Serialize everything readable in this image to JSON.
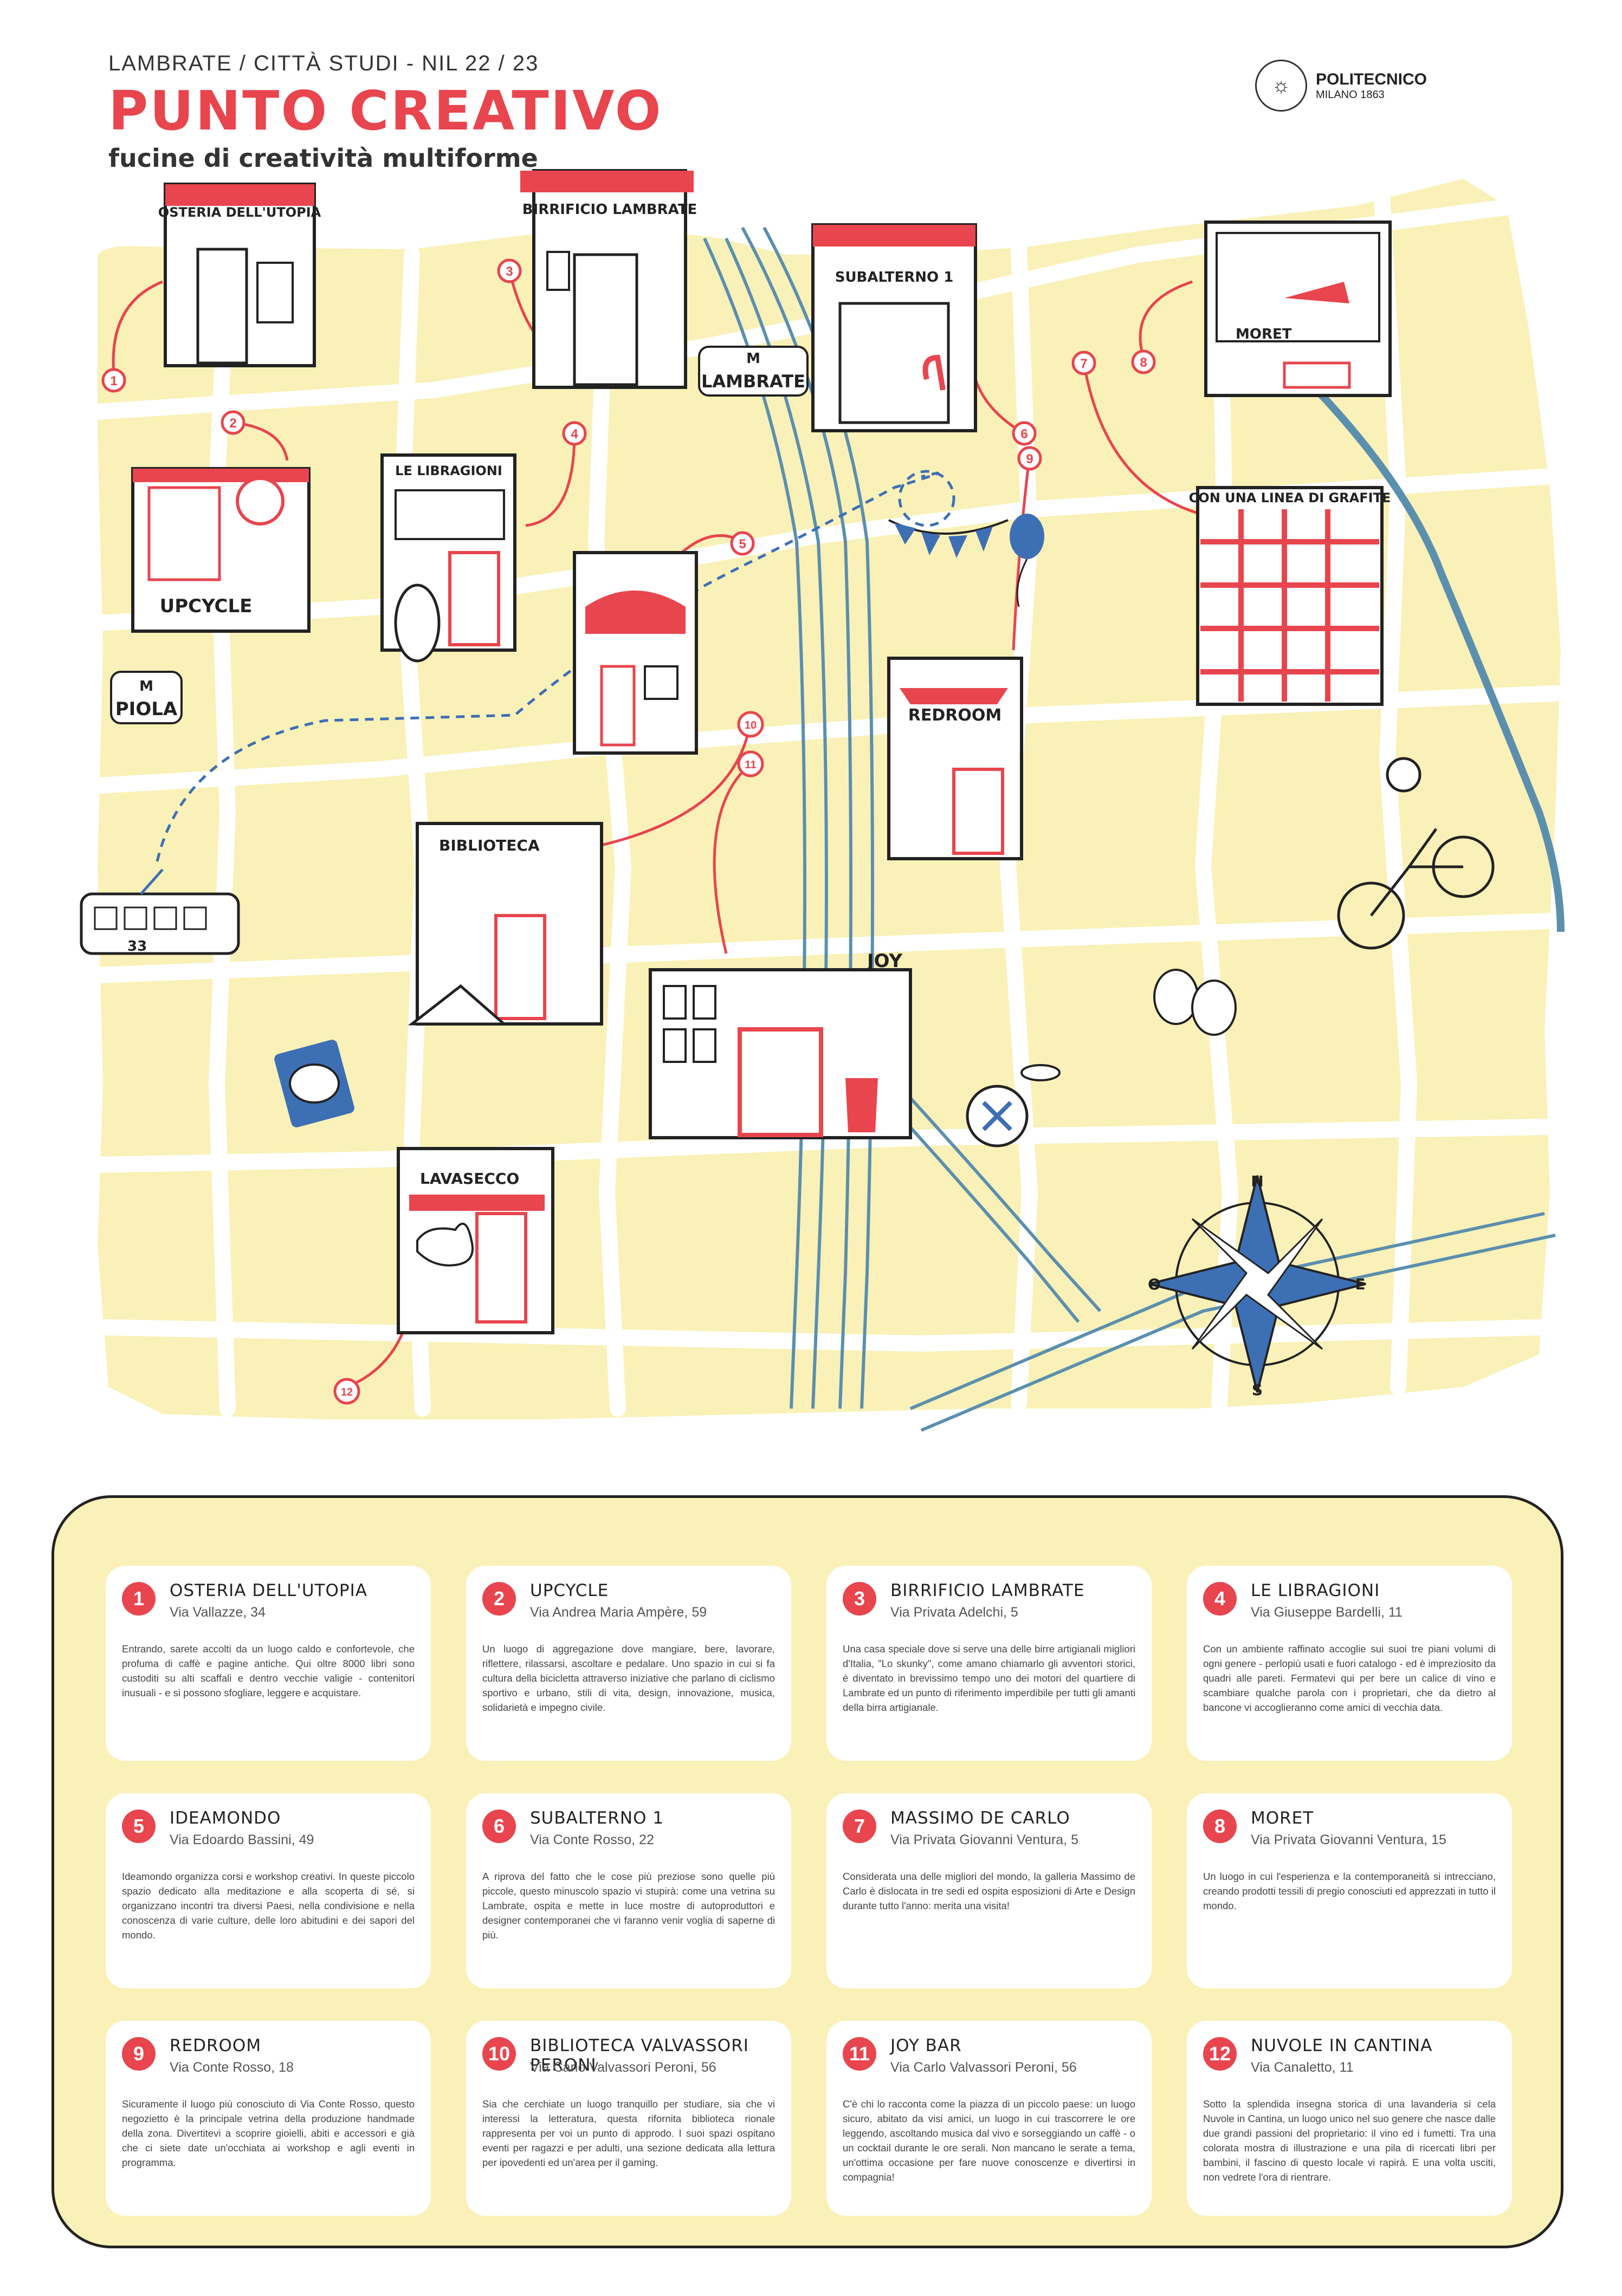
{
  "header": {
    "area": "LAMBRATE / CITTÀ STUDI - NIL 22 / 23",
    "title": "PUNTO CREATIVO",
    "subtitle": "fucine di creatività multiforme"
  },
  "logo": {
    "name": "POLITECNICO",
    "sub": "MILANO 1863"
  },
  "map": {
    "metro_lambrate": "LAMBRATE",
    "metro_piola": "PIOLA",
    "metro_symbol": "M",
    "tram_number": "33",
    "compass": {
      "n": "N",
      "s": "S",
      "e": "E",
      "o": "O"
    },
    "building_signs": {
      "osteria": "OSTERIA DELL'UTOPIA",
      "birrificio": "BIRRIFICIO LAMBRATE",
      "subalterno": "SUBALTERNO 1",
      "moret": "MORET",
      "upcycle": "UPCYCLE",
      "libragioni": "LE LIBRAGIONI",
      "grafite": "CON UNA LINEA DI GRAFITE",
      "redroom": "REDROOM",
      "biblioteca": "BIBLIOTECA",
      "joy": "JOY",
      "lavasecco": "LAVASECCO"
    },
    "markers": [
      "1",
      "2",
      "3",
      "4",
      "5",
      "6",
      "7",
      "8",
      "9",
      "10",
      "11",
      "12"
    ],
    "colors": {
      "block": "#faf1b8",
      "accent": "#e8454e",
      "rail": "#5b8fae",
      "river": "#5b8fae",
      "ink": "#222222"
    }
  },
  "legend": [
    {
      "num": "1",
      "name": "OSTERIA DELL'UTOPIA",
      "addr": "Via Vallazze, 34",
      "desc": "Entrando, sarete accolti da un luogo caldo e confortevole, che profuma di caffè e pagine antiche. Qui oltre 8000 libri sono custoditi su alti scaffali e dentro vecchie valigie - contenitori inusuali - e si possono sfogliare, leggere e acquistare."
    },
    {
      "num": "2",
      "name": "UPCYCLE",
      "addr": "Via Andrea Maria Ampère, 59",
      "desc": "Un luogo di aggregazione dove mangiare, bere, lavorare, riflettere, rilassarsi, ascoltare e pedalare. Uno spazio in cui si fa cultura della bicicletta attraverso iniziative che parlano di ciclismo sportivo e urbano, stili di vita, design, innovazione, musica, solidarietà e impegno civile."
    },
    {
      "num": "3",
      "name": "BIRRIFICIO LAMBRATE",
      "addr": "Via Privata Adelchi, 5",
      "desc": "Una casa speciale dove si serve una delle birre artigianali migliori d'Italia, \"Lo skunky\", come amano chiamarlo gli avventori storici, è diventato in brevissimo tempo uno dei motori del quartiere di Lambrate ed un punto di riferimento imperdibile per tutti gli amanti della birra artigianale."
    },
    {
      "num": "4",
      "name": "LE LIBRAGIONI",
      "addr": "Via Giuseppe Bardelli, 11",
      "desc": "Con un ambiente raffinato accoglie sui suoi tre piani volumi di ogni genere - perlopiù usati e fuori catalogo - ed è impreziosito da quadri alle pareti. Fermatevi qui per bere un calice di vino e scambiare qualche parola con i proprietari, che da dietro al bancone vi accoglieranno come amici di vecchia data."
    },
    {
      "num": "5",
      "name": "IDEAMONDO",
      "addr": "Via Edoardo Bassini, 49",
      "desc": "Ideamondo organizza corsi e workshop creativi. In queste piccolo spazio dedicato alla meditazione e alla scoperta di sé, si organizzano incontri tra diversi Paesi, nella condivisione e nella conoscenza di varie culture, delle loro abitudini e dei sapori del mondo."
    },
    {
      "num": "6",
      "name": "SUBALTERNO 1",
      "addr": "Via Conte Rosso, 22",
      "desc": "A riprova del fatto che le cose più preziose sono quelle più piccole, questo minuscolo spazio vi stupirà: come una vetrina su Lambrate, ospita e mette in luce mostre di autoproduttori e designer contemporanei che vi faranno venir voglia di saperne di più."
    },
    {
      "num": "7",
      "name": "MASSIMO DE CARLO",
      "addr": "Via Privata Giovanni Ventura, 5",
      "desc": "Considerata una delle migliori del mondo, la galleria Massimo de Carlo è dislocata in tre sedi ed ospita esposizioni di Arte e Design durante tutto l'anno: merita una visita!"
    },
    {
      "num": "8",
      "name": "MORET",
      "addr": "Via Privata Giovanni Ventura, 15",
      "desc": "Un luogo in cui l'esperienza e la contemporaneità si intrecciano, creando prodotti tessili di pregio conosciuti ed apprezzati in tutto il mondo."
    },
    {
      "num": "9",
      "name": "REDROOM",
      "addr": "Via Conte Rosso, 18",
      "desc": "Sicuramente il luogo più conosciuto di Via Conte Rosso, questo negozietto è la principale vetrina della produzione handmade della zona. Divertitevi a scoprire gioielli, abiti e accessori e già che ci siete date un'occhiata ai workshop e agli eventi in programma."
    },
    {
      "num": "10",
      "name": "BIBLIOTECA VALVASSORI PERONI",
      "addr": "Via Carlo Valvassori Peroni, 56",
      "desc": "Sia che cerchiate un luogo tranquillo per studiare, sia che vi interessi la letteratura, questa rifornita biblioteca rionale rappresenta per voi un punto di approdo. I suoi spazi ospitano eventi per ragazzi e per adulti, una sezione dedicata alla lettura per ipovedenti ed un'area per il gaming."
    },
    {
      "num": "11",
      "name": "JOY BAR",
      "addr": "Via Carlo Valvassori Peroni, 56",
      "desc": "C'è chi lo racconta come la piazza di un piccolo paese: un luogo sicuro, abitato da visi amici, un luogo in cui trascorrere le ore leggendo, ascoltando musica dal vivo e sorseggiando un caffè - o un cocktail durante le ore serali. Non mancano le serate a tema, un'ottima occasione per fare nuove conoscenze e divertirsi in compagnia!"
    },
    {
      "num": "12",
      "name": "NUVOLE IN CANTINA",
      "addr": "Via Canaletto, 11",
      "desc": "Sotto la splendida insegna storica di una lavanderia si cela Nuvole in Cantina, un luogo unico nel suo genere che nasce dalle due grandi passioni del proprietario: il vino ed i fumetti. Tra una colorata mostra di illustrazione e una pila di ricercati libri per bambini, il fascino di questo locale vi rapirà. E una volta usciti, non vedrete l'ora di rientrare."
    }
  ]
}
